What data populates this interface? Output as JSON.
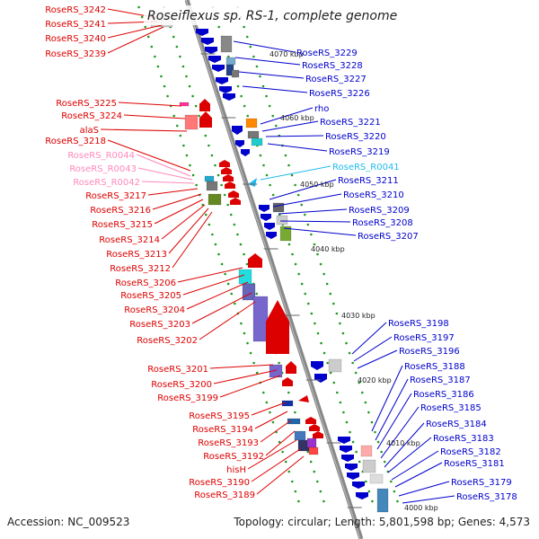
{
  "title": "Roseiflexus sp. RS-1, complete genome",
  "footer": {
    "accession_label": "Accession:",
    "accession": "NC_009523",
    "topology_label": "Topology:",
    "topology": "circular",
    "length_label": "Length:",
    "length": "5,801,598 bp",
    "genes_label": "Genes:",
    "genes": "4,573"
  },
  "colors": {
    "left_genes": "#dd0000",
    "right_genes": "#0000cc",
    "trna": "#ff88bb",
    "ncrna": "#22bbee",
    "backbone": "#999999",
    "tick": "#229922"
  },
  "kbp_ticks": [
    "4070 kbp",
    "4060 kbp",
    "4050 kbp",
    "4040 kbp",
    "4030 kbp",
    "4020 kbp",
    "4010 kbp",
    "4000 kbp"
  ],
  "left_labels": [
    {
      "text": "RoseRS_3242",
      "kind": "gene"
    },
    {
      "text": "RoseRS_3241",
      "kind": "gene"
    },
    {
      "text": "RoseRS_3240",
      "kind": "gene"
    },
    {
      "text": "RoseRS_3239",
      "kind": "gene"
    },
    {
      "text": "RoseRS_3225",
      "kind": "gene"
    },
    {
      "text": "RoseRS_3224",
      "kind": "gene"
    },
    {
      "text": "alaS",
      "kind": "gene"
    },
    {
      "text": "RoseRS_3218",
      "kind": "gene"
    },
    {
      "text": "RoseRS_R0044",
      "kind": "trna"
    },
    {
      "text": "RoseRS_R0043",
      "kind": "trna"
    },
    {
      "text": "RoseRS_R0042",
      "kind": "trna"
    },
    {
      "text": "RoseRS_3217",
      "kind": "gene"
    },
    {
      "text": "RoseRS_3216",
      "kind": "gene"
    },
    {
      "text": "RoseRS_3215",
      "kind": "gene"
    },
    {
      "text": "RoseRS_3214",
      "kind": "gene"
    },
    {
      "text": "RoseRS_3213",
      "kind": "gene"
    },
    {
      "text": "RoseRS_3212",
      "kind": "gene"
    },
    {
      "text": "RoseRS_3206",
      "kind": "gene"
    },
    {
      "text": "RoseRS_3205",
      "kind": "gene"
    },
    {
      "text": "RoseRS_3204",
      "kind": "gene"
    },
    {
      "text": "RoseRS_3203",
      "kind": "gene"
    },
    {
      "text": "RoseRS_3202",
      "kind": "gene"
    },
    {
      "text": "RoseRS_3201",
      "kind": "gene"
    },
    {
      "text": "RoseRS_3200",
      "kind": "gene"
    },
    {
      "text": "RoseRS_3199",
      "kind": "gene"
    },
    {
      "text": "RoseRS_3195",
      "kind": "gene"
    },
    {
      "text": "RoseRS_3194",
      "kind": "gene"
    },
    {
      "text": "RoseRS_3193",
      "kind": "gene"
    },
    {
      "text": "RoseRS_3192",
      "kind": "gene"
    },
    {
      "text": "hisH",
      "kind": "gene"
    },
    {
      "text": "RoseRS_3190",
      "kind": "gene"
    },
    {
      "text": "RoseRS_3189",
      "kind": "gene"
    }
  ],
  "right_labels": [
    {
      "text": "RoseRS_3229",
      "kind": "gene"
    },
    {
      "text": "RoseRS_3228",
      "kind": "gene"
    },
    {
      "text": "RoseRS_3227",
      "kind": "gene"
    },
    {
      "text": "RoseRS_3226",
      "kind": "gene"
    },
    {
      "text": "rho",
      "kind": "gene"
    },
    {
      "text": "RoseRS_3221",
      "kind": "gene"
    },
    {
      "text": "RoseRS_3220",
      "kind": "gene"
    },
    {
      "text": "RoseRS_3219",
      "kind": "gene"
    },
    {
      "text": "RoseRS_R0041",
      "kind": "ncrna"
    },
    {
      "text": "RoseRS_3211",
      "kind": "gene"
    },
    {
      "text": "RoseRS_3210",
      "kind": "gene"
    },
    {
      "text": "RoseRS_3209",
      "kind": "gene"
    },
    {
      "text": "RoseRS_3208",
      "kind": "gene"
    },
    {
      "text": "RoseRS_3207",
      "kind": "gene"
    },
    {
      "text": "RoseRS_3198",
      "kind": "gene"
    },
    {
      "text": "RoseRS_3197",
      "kind": "gene"
    },
    {
      "text": "RoseRS_3196",
      "kind": "gene"
    },
    {
      "text": "RoseRS_3188",
      "kind": "gene"
    },
    {
      "text": "RoseRS_3187",
      "kind": "gene"
    },
    {
      "text": "RoseRS_3186",
      "kind": "gene"
    },
    {
      "text": "RoseRS_3185",
      "kind": "gene"
    },
    {
      "text": "RoseRS_3184",
      "kind": "gene"
    },
    {
      "text": "RoseRS_3183",
      "kind": "gene"
    },
    {
      "text": "RoseRS_3182",
      "kind": "gene"
    },
    {
      "text": "RoseRS_3181",
      "kind": "gene"
    },
    {
      "text": "RoseRS_3179",
      "kind": "gene"
    },
    {
      "text": "RoseRS_3178",
      "kind": "gene"
    }
  ]
}
